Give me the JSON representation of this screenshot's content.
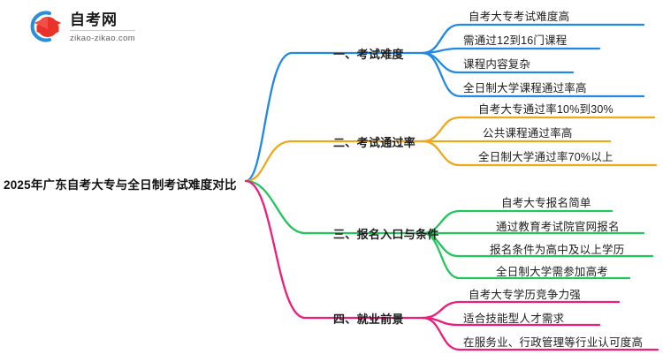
{
  "logo": {
    "name": "自考网",
    "url": "zikao-zikao.com",
    "mark_icon": "graduation-cap-icon"
  },
  "mindmap": {
    "center": "2025年广东自考大专与全日制考试难度对比",
    "branches": [
      {
        "label": "一、考试难度",
        "color": "#2089E5",
        "items": [
          "自考大专考试难度高",
          "需通过12到16门课程",
          "课程内容复杂",
          "全日制大学课程通过率高"
        ]
      },
      {
        "label": "二、考试通过率",
        "color": "#EFA81C",
        "items": [
          "自考大专通过率10%到30%",
          "公共课程通过率高",
          "全日制大学通过率70%以上"
        ]
      },
      {
        "label": "三、报名入口与条件",
        "color": "#22C55E",
        "items": [
          "自考大专报名简单",
          "通过教育考试院官网报名",
          "报名条件为高中及以上学历",
          "全日制大学需参加高考"
        ]
      },
      {
        "label": "四、就业前景",
        "color": "#EC1E79",
        "items": [
          "自考大专学历竞争力强",
          "适合技能型人才需求",
          "在服务业、行政管理等行业认可度高"
        ]
      }
    ]
  }
}
